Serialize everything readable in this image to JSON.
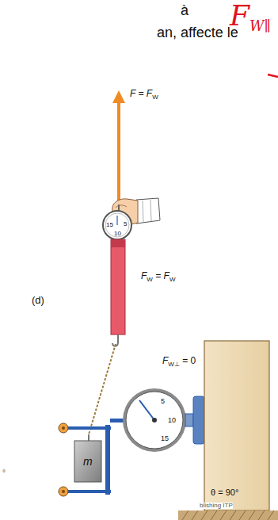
{
  "diagram": {
    "labels": [
      "à",
      "F",
      "W∥",
      "an, affecte le",
      "F = F",
      "W",
      "15",
      "5",
      "10",
      "F",
      "W",
      " = F",
      "W",
      "(d)",
      "F",
      "W⊥",
      " = 0",
      "m",
      "5",
      "10",
      "15",
      "θ = 90°",
      "blishing ITP",
      "°"
    ]
  }
}
